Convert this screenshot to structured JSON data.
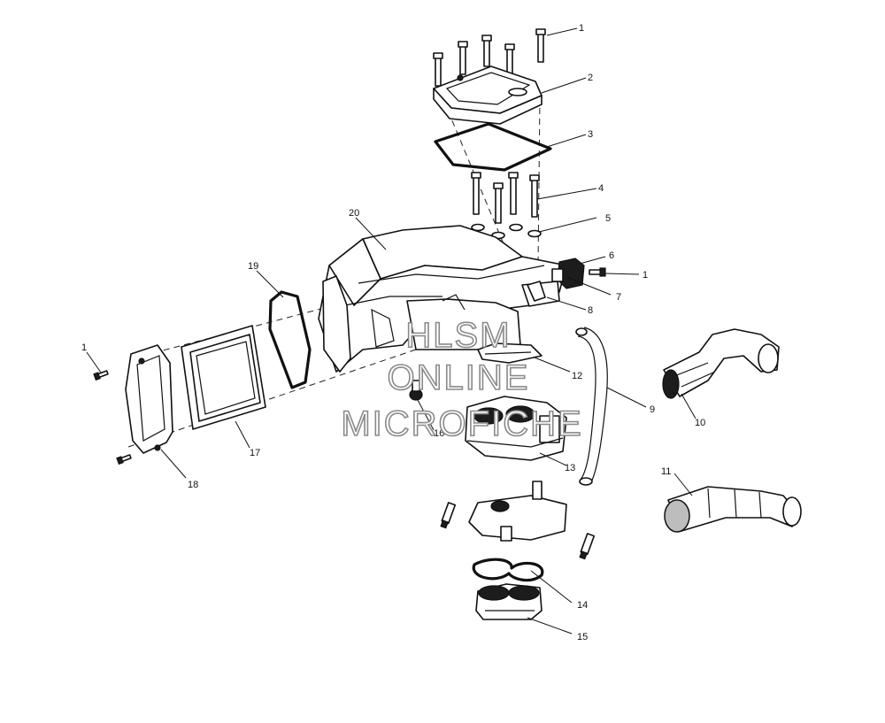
{
  "callouts": [
    "1",
    "2",
    "3",
    "4",
    "5",
    "6",
    "1",
    "7",
    "8",
    "9",
    "10",
    "11",
    "12",
    "13",
    "14",
    "15",
    "16",
    "17",
    "18",
    "19",
    "20",
    "1"
  ],
  "watermark": {
    "line1": "HLSM",
    "line2": "ONLINE",
    "line3": "MICROFICHE"
  }
}
